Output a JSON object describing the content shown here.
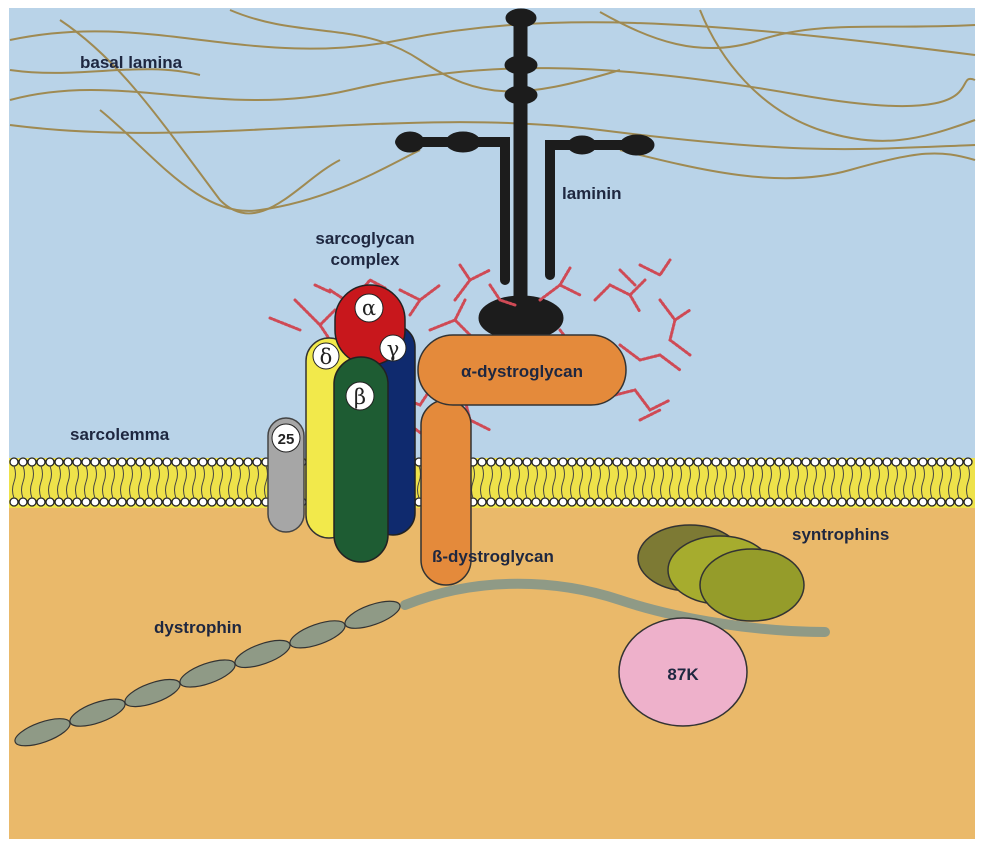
{
  "labels": {
    "basal_lamina": "basal lamina",
    "laminin": "laminin",
    "sarcoglycan_line1": "sarcoglycan",
    "sarcoglycan_line2": "complex",
    "sarcolemma": "sarcolemma",
    "alpha_dystroglycan": "α-dystroglycan",
    "beta_dystroglycan": "ß-dystroglycan",
    "syntrophins": "syntrophins",
    "dystrophin": "dystrophin",
    "protein_87k": "87K",
    "protein_25": "25"
  },
  "sarcoglycan_subunits": {
    "alpha": "α",
    "beta": "β",
    "gamma": "γ",
    "delta": "δ"
  },
  "colors": {
    "extracellular": "#b9d3e8",
    "cytoplasm": "#eab96a",
    "membrane": "#eee24a",
    "dystroglycan": "#e48a3b",
    "sarcoglycan_alpha": "#c8171c",
    "sarcoglycan_beta": "#1e5c33",
    "sarcoglycan_gamma": "#0f2a6e",
    "sarcoglycan_delta": "#f2e94b",
    "sugar_chains": "#cf4a55",
    "syntrophins": "#9aa132",
    "protein_87k": "#eeb1cb",
    "dystrophin": "#8f9a86",
    "laminin": "#1c1c1c"
  }
}
